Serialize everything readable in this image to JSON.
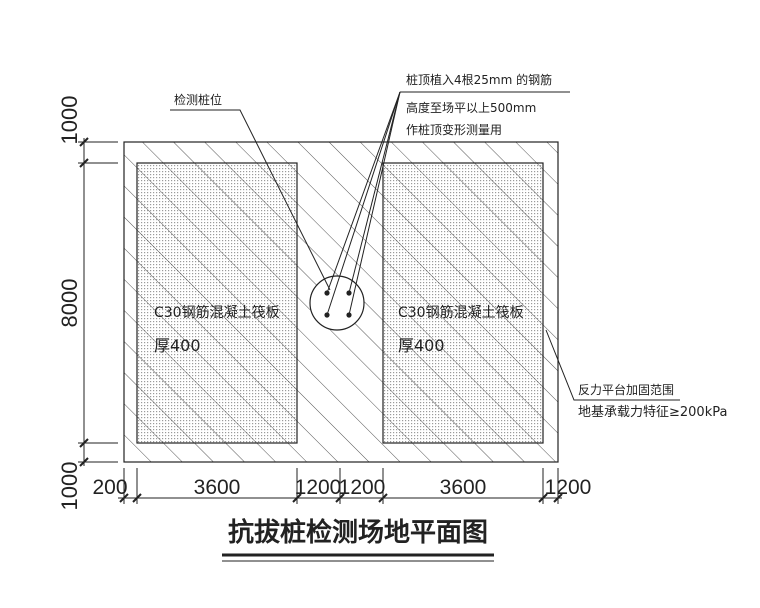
{
  "title": "抗拔桩检测场地平面图",
  "labels": {
    "test_pile": "检测桩位",
    "rebar_line1": "桩顶植入4根25mm 的钢筋",
    "rebar_line2": "高度至场平以上500mm",
    "rebar_line3": "作桩顶变形测量用",
    "slab_left_1": "C30钢筋混凝土筏板",
    "slab_left_2": "厚400",
    "slab_right_1": "C30钢筋混凝土筏板",
    "slab_right_2": "厚400",
    "platform_1": "反力平台加固范围",
    "platform_2": "地基承载力特征≥200kPa"
  },
  "dimensions": {
    "vertical": [
      "1000",
      "8000",
      "1000"
    ],
    "horizontal": [
      "200",
      "3600",
      "1200",
      "1200",
      "3600",
      "1200"
    ]
  },
  "colors": {
    "line": "#222222",
    "hatch": "#555555",
    "fill_dots": "#9a9a9a"
  }
}
